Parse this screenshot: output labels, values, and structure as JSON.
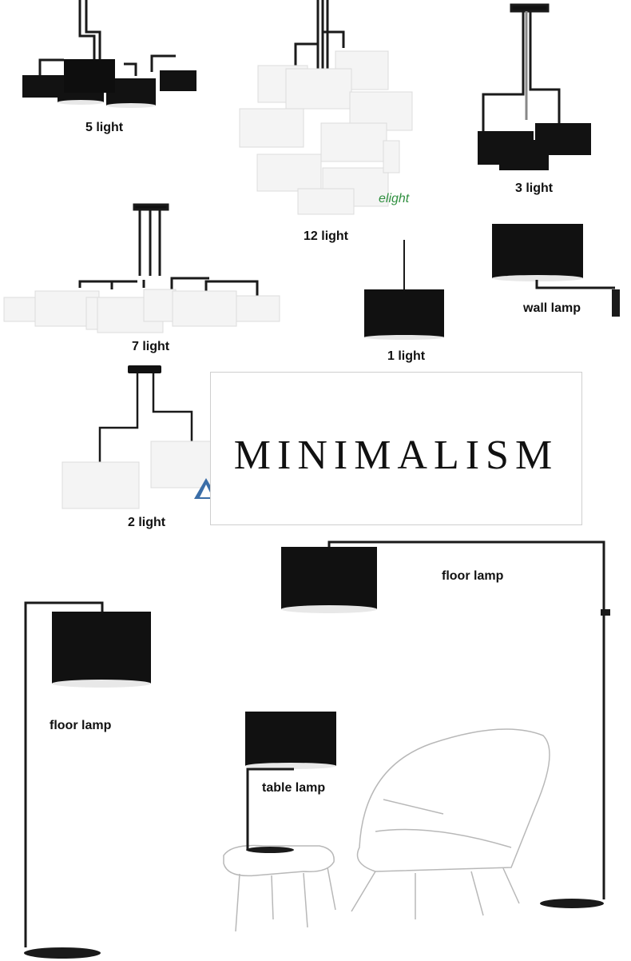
{
  "labels": {
    "five_light": "5 light",
    "twelve_light": "12 light",
    "three_light": "3 light",
    "seven_light": "7 light",
    "one_light": "1 light",
    "wall_lamp": "wall lamp",
    "two_light": "2 light",
    "floor_lamp_right": "floor lamp",
    "floor_lamp_left": "floor lamp",
    "table_lamp": "table lamp"
  },
  "banner": {
    "text": "MINIMALISM"
  },
  "brand": {
    "text": "elight"
  },
  "colors": {
    "black_shade": "#111111",
    "white_shade": "#f2f2f2",
    "frame": "#1a1a1a",
    "sketch": "#b8b8b8"
  }
}
